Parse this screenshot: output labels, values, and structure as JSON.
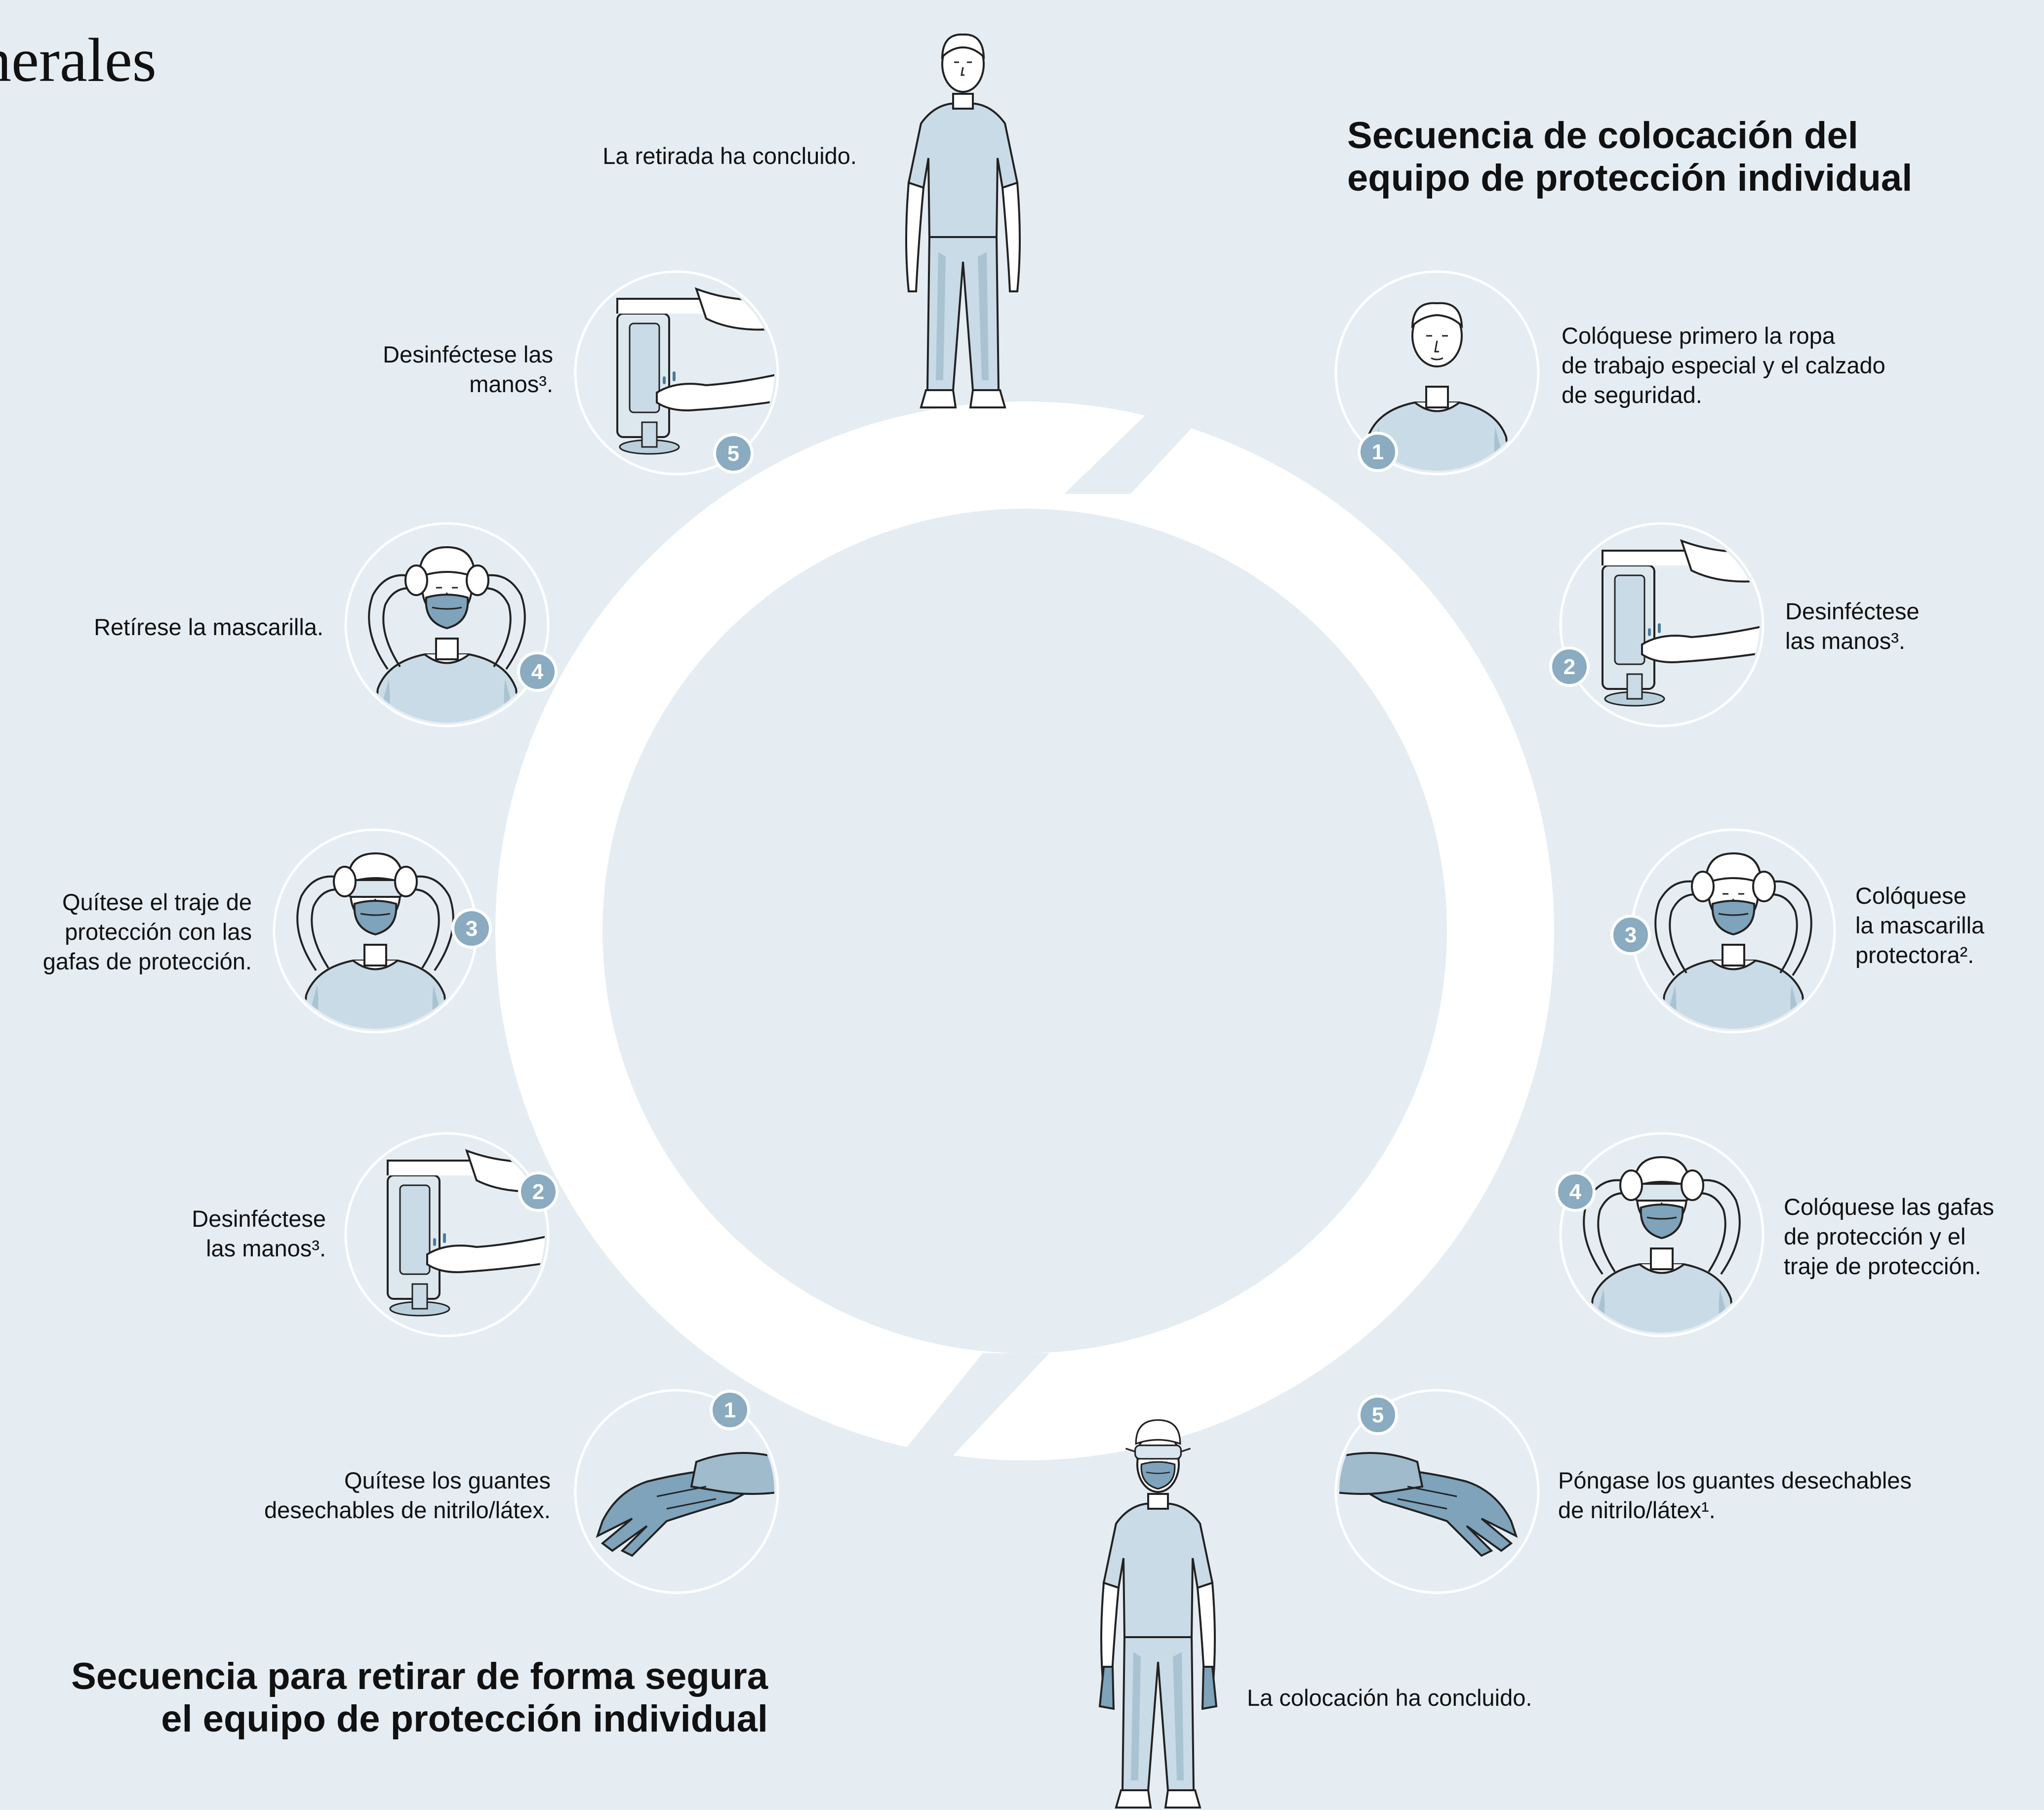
{
  "header": {
    "title_fragment": "nerales"
  },
  "donning": {
    "title": "Secuencia de colocación del\nequipo de protección individual",
    "steps": [
      {
        "num": "1",
        "text": "Colóquese primero la ropa\nde trabajo especial y el calzado\nde seguridad.",
        "icon": "person-workwear-icon"
      },
      {
        "num": "2",
        "text": "Desinféctese\nlas manos³.",
        "icon": "hand-disinfection-dispenser-icon"
      },
      {
        "num": "3",
        "text": "Colóquese\nla mascarilla\nprotectora².",
        "icon": "putting-on-mask-icon"
      },
      {
        "num": "4",
        "text": "Colóquese las gafas\nde protección y el\ntraje de protección.",
        "icon": "putting-on-goggles-icon"
      },
      {
        "num": "5",
        "text": "Póngase los guantes desechables\nde nitrilo/látex¹.",
        "icon": "putting-on-gloves-icon"
      }
    ],
    "final_text": "La colocación ha concluido."
  },
  "doffing": {
    "title": "Secuencia para retirar de forma segura\nel equipo de protección individual",
    "steps": [
      {
        "num": "1",
        "text": "Quítese los guantes\ndesechables de nitrilo/látex.",
        "icon": "removing-gloves-icon"
      },
      {
        "num": "2",
        "text": "Desinféctese\nlas manos³.",
        "icon": "hand-disinfection-dispenser-icon"
      },
      {
        "num": "3",
        "text": "Quítese el traje de\nprotección con las\ngafas de protección.",
        "icon": "removing-goggles-icon"
      },
      {
        "num": "4",
        "text": "Retírese la mascarilla.",
        "icon": "removing-mask-icon"
      },
      {
        "num": "5",
        "text": "Desinféctese las\nmanos³.",
        "icon": "hand-disinfection-dispenser-icon"
      }
    ],
    "final_text": "La retirada ha concluido."
  },
  "colors": {
    "background": "#e5edf3",
    "ring": "#ffffff",
    "badge": "#8aabc0",
    "figure_fill": "#c9dbe6",
    "figure_shadow": "#a9c3d3",
    "mask": "#7ea3bb",
    "line": "#222222"
  }
}
